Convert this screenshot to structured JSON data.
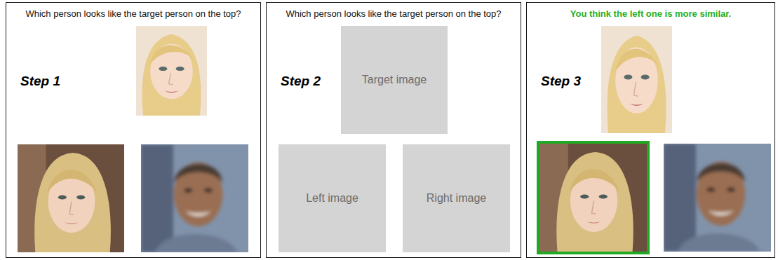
{
  "diagram": {
    "nodes": [
      {
        "text": [
          "Which person looks like the target person on the top?",
          "Step 1"
        ]
      },
      {
        "text": [
          "Which person looks like the target person on the top?",
          "Step 2"
        ]
      },
      {
        "text": [
          "You think the left one is more similar.",
          "Step 3"
        ]
      },
      {
        "text": [
          "Target image"
        ],
        "in": 1
      },
      {
        "text": [
          "Left image"
        ],
        "in": 1
      },
      {
        "text": [
          "Right image"
        ],
        "in": 1
      }
    ]
  }
}
